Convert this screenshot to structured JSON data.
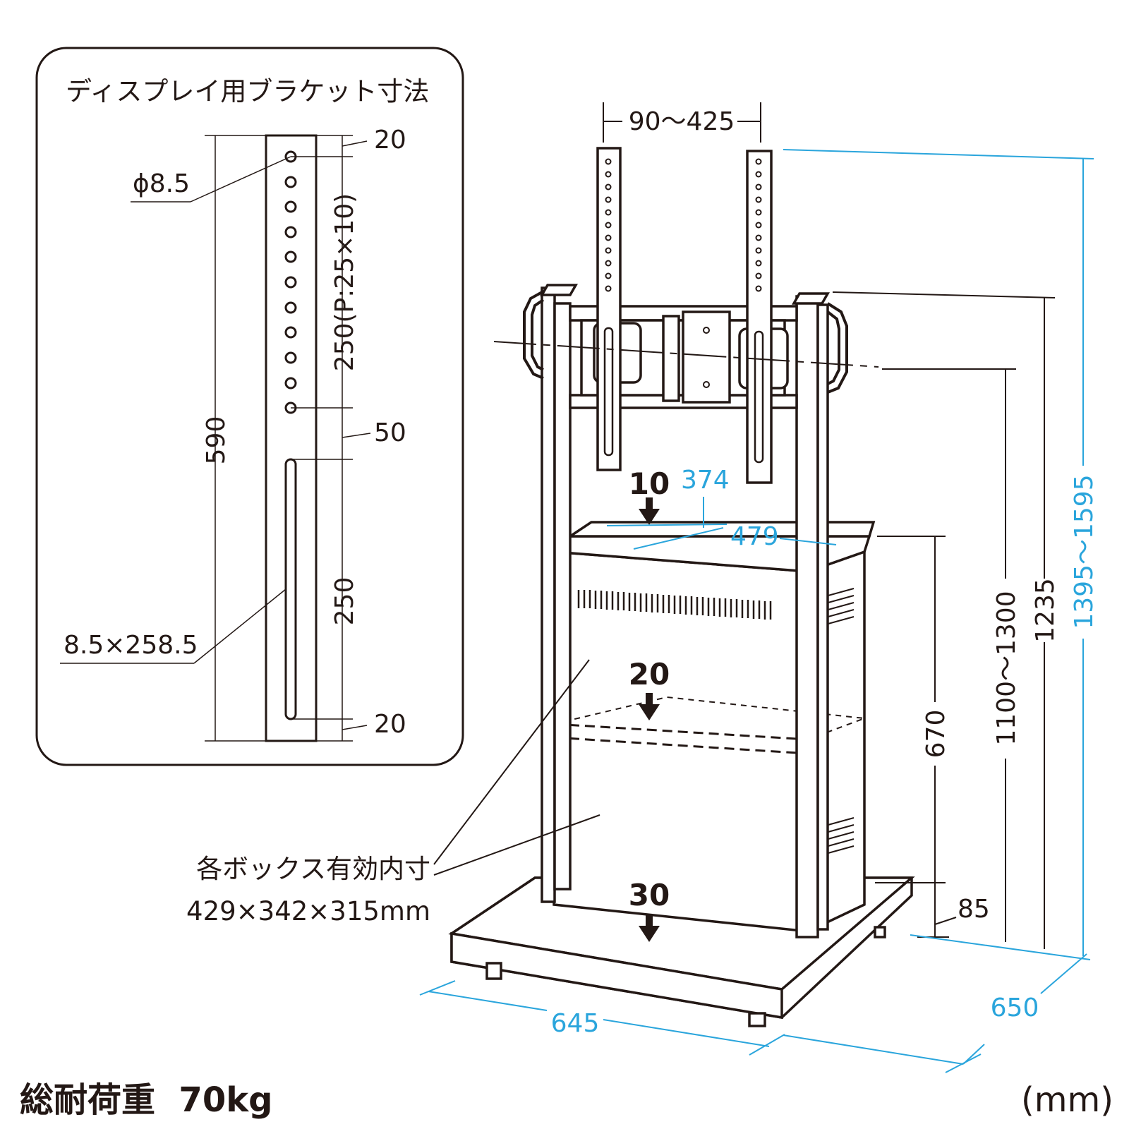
{
  "inset": {
    "title": "ディスプレイ用ブラケット寸法",
    "dim_top": "20",
    "hole_diameter": "ϕ8.5",
    "pitch": "250(P:25×10)",
    "total": "590",
    "gap": "50",
    "slot_span": "250",
    "slot_size": "8.5×258.5",
    "dim_bottom": "20"
  },
  "main": {
    "vesa_range": "90〜425",
    "shelf_offset_top": "10",
    "inner_depth": "374",
    "inner_width": "479",
    "shelf_offset_mid": "20",
    "shelf_offset_bottom": "30",
    "box_note_line1": "各ボックス有効内寸",
    "box_note_line2": "429×342×315mm",
    "height_box": "670",
    "height_base": "85",
    "height_center": "1100〜1300",
    "height_frame": "1235",
    "height_total": "1395〜1595",
    "width": "645",
    "depth": "650"
  },
  "footer": {
    "load": "総耐荷重  70kg",
    "unit": "(mm)"
  },
  "colors": {
    "line": "#231815",
    "dimension_blue": "#2aa5dc",
    "background": "#ffffff"
  }
}
